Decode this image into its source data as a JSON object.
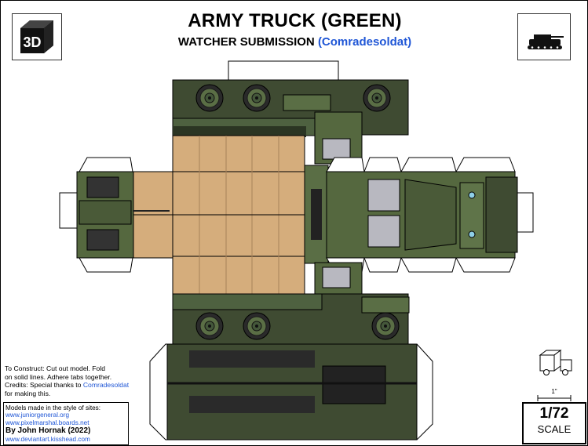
{
  "header": {
    "title": "ARMY TRUCK (GREEN)",
    "subtitle": "WATCHER SUBMISSION",
    "credit": "(Comradesoldat)"
  },
  "badge": {
    "label": "3D"
  },
  "instructions": {
    "line1": "To Construct: Cut out model. Fold",
    "line2": "on solid lines. Adhere tabs together.",
    "line3_prefix": "Credits: Special thanks to ",
    "line3_name": "Comradesoldat",
    "line4": "for making this."
  },
  "models": {
    "intro": "Models made in the style of sites:",
    "link1": "www.juniorgeneral.org",
    "link2": "www.pixelmarshal.boards.net",
    "author": "By John Hornak (2022)",
    "link3": "www.deviantart.kisshead.com"
  },
  "scale": {
    "inch": "1\"",
    "ratio": "1/72",
    "label": "SCALE"
  },
  "colors": {
    "olive": "#55683f",
    "olive_dark": "#3c4a2c",
    "canvas": "#d5ad7c",
    "canvas_dark": "#c49a68",
    "wheel": "#2b2b2b",
    "window": "#b8b8c0",
    "accent": "#1f56d6"
  }
}
